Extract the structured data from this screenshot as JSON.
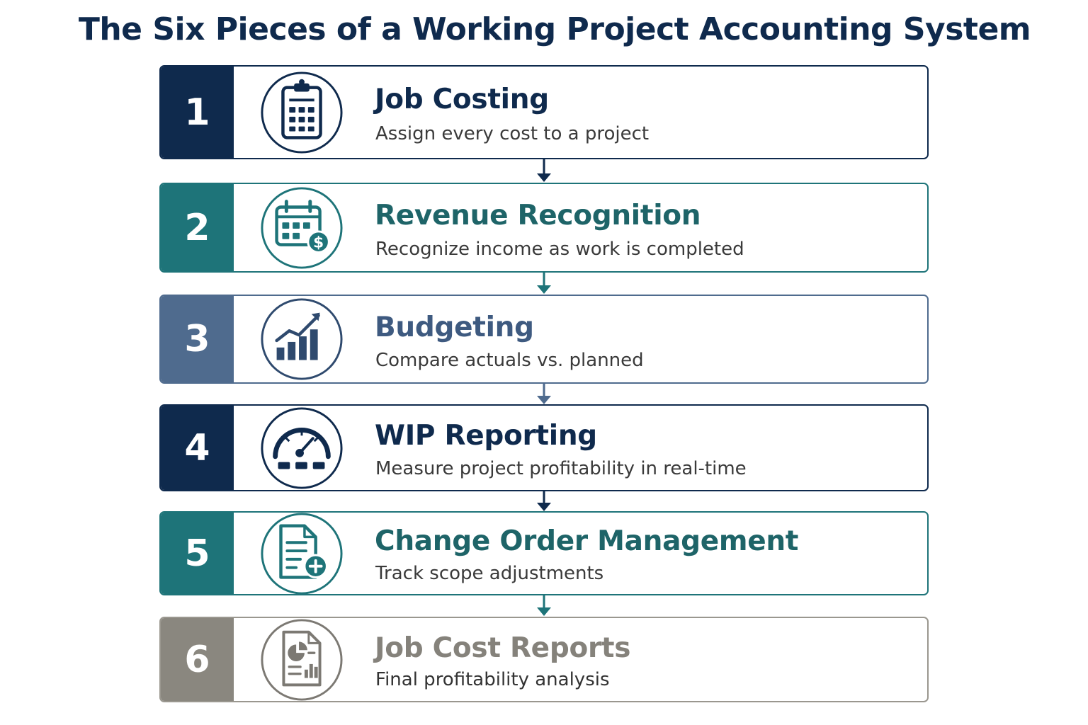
{
  "title": "The Six Pieces of a Working Project Accounting System",
  "colors": {
    "navy": "#0f2a4d",
    "teal": "#1e7479",
    "slate": "#4f6b8e",
    "gray": "#8a877f"
  },
  "steps": [
    {
      "number": "1",
      "title": "Job Costing",
      "description": "Assign every cost to a project",
      "icon": "clipboard-icon",
      "color": "#0f2a4d"
    },
    {
      "number": "2",
      "title": "Revenue Recognition",
      "description": "Recognize income as work is completed",
      "icon": "calendar-dollar-icon",
      "color": "#1e7479"
    },
    {
      "number": "3",
      "title": "Budgeting",
      "description": "Compare actuals vs. planned",
      "icon": "growth-chart-icon",
      "color": "#4f6b8e"
    },
    {
      "number": "4",
      "title": "WIP Reporting",
      "description": "Measure project profitability in real-time",
      "icon": "gauge-icon",
      "color": "#0f2a4d"
    },
    {
      "number": "5",
      "title": "Change Order Management",
      "description": "Track scope adjustments",
      "icon": "document-plus-icon",
      "color": "#1e7479"
    },
    {
      "number": "6",
      "title": "Job Cost Reports",
      "description": "Final profitability analysis",
      "icon": "report-icon",
      "color": "#8a877f"
    }
  ]
}
